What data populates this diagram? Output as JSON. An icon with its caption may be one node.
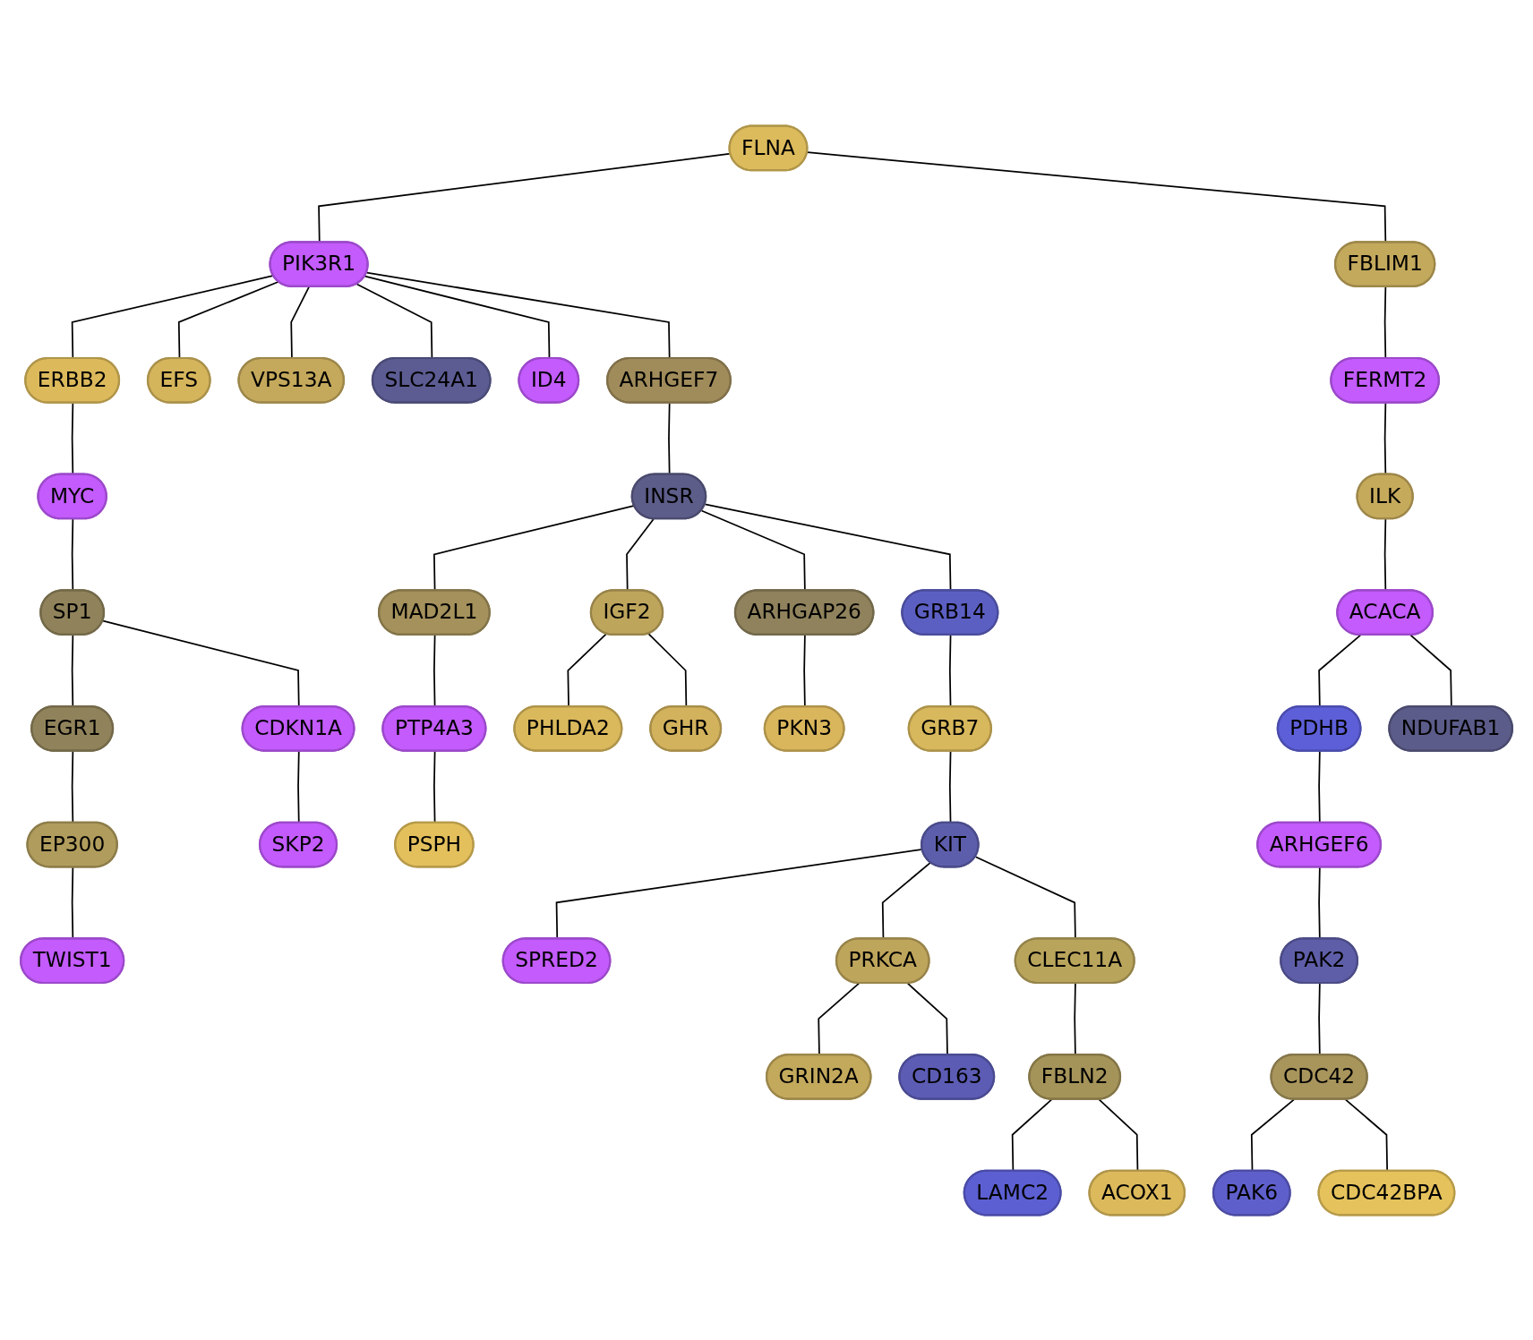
{
  "diagram": {
    "nodes": [
      {
        "text": [
          "TWIST1"
        ]
      },
      {
        "text": [
          "EP300"
        ]
      },
      {
        "text": [
          "SKP2"
        ]
      },
      {
        "text": [
          "EGR1"
        ]
      },
      {
        "text": [
          "CDKN1A"
        ]
      },
      {
        "text": [
          "SP1"
        ]
      },
      {
        "text": [
          "MYC"
        ]
      },
      {
        "text": [
          "ERBB2"
        ]
      },
      {
        "text": [
          "PSPH"
        ]
      },
      {
        "text": [
          "PAK6"
        ]
      },
      {
        "text": [
          "EFS"
        ]
      },
      {
        "text": [
          "VPS13A"
        ]
      },
      {
        "text": [
          "PTP4A3"
        ]
      },
      {
        "text": [
          "PIK3R1"
        ]
      },
      {
        "text": [
          "FLNA"
        ]
      },
      {
        "text": [
          "CDC42"
        ]
      },
      {
        "text": [
          "MAD2L1"
        ]
      },
      {
        "text": [
          "PAK2"
        ]
      },
      {
        "text": [
          "FBLIM1"
        ]
      },
      {
        "text": [
          "ARHGEF6"
        ]
      },
      {
        "text": [
          "PHLDA2"
        ]
      },
      {
        "text": [
          "SLC24A1"
        ]
      },
      {
        "text": [
          "PDHB"
        ]
      },
      {
        "text": [
          "FERMT2"
        ]
      },
      {
        "text": [
          "ARHGEF7"
        ]
      },
      {
        "text": [
          "ILK"
        ]
      },
      {
        "text": [
          "CDC42BPA"
        ]
      },
      {
        "text": [
          "ID4"
        ]
      },
      {
        "text": [
          "IGF2"
        ]
      },
      {
        "text": [
          "ACACA"
        ]
      },
      {
        "text": [
          "INSR"
        ]
      },
      {
        "text": [
          "GHR"
        ]
      },
      {
        "text": [
          "ARHGAP26"
        ]
      },
      {
        "text": [
          "NDUFAB1"
        ]
      },
      {
        "text": [
          "PKN3"
        ]
      },
      {
        "text": [
          "GRB14"
        ]
      },
      {
        "text": [
          "GRB7"
        ]
      },
      {
        "text": [
          "KIT"
        ]
      },
      {
        "text": [
          "GRIN2A"
        ]
      },
      {
        "text": [
          "PRKCA"
        ]
      },
      {
        "text": [
          "SPRED2"
        ]
      },
      {
        "text": [
          "CD163"
        ]
      },
      {
        "text": [
          "CLEC11A"
        ]
      },
      {
        "text": [
          "FBLN2"
        ]
      },
      {
        "text": [
          "LAMC2"
        ]
      },
      {
        "text": [
          "ACOX1"
        ]
      }
    ],
    "edges": [
      {
        "from": 14,
        "to": 13,
        "arrow": "none"
      },
      {
        "from": 14,
        "to": 18,
        "arrow": "none"
      },
      {
        "from": 13,
        "to": 7,
        "arrow": "none"
      },
      {
        "from": 13,
        "to": 10,
        "arrow": "none"
      },
      {
        "from": 13,
        "to": 11,
        "arrow": "none"
      },
      {
        "from": 13,
        "to": 21,
        "arrow": "none"
      },
      {
        "from": 13,
        "to": 27,
        "arrow": "none"
      },
      {
        "from": 13,
        "to": 24,
        "arrow": "none"
      },
      {
        "from": 7,
        "to": 6,
        "arrow": "none"
      },
      {
        "from": 6,
        "to": 5,
        "arrow": "none"
      },
      {
        "from": 5,
        "to": 3,
        "arrow": "none"
      },
      {
        "from": 3,
        "to": 1,
        "arrow": "none"
      },
      {
        "from": 1,
        "to": 0,
        "arrow": "none"
      },
      {
        "from": 5,
        "to": 4,
        "arrow": "none"
      },
      {
        "from": 4,
        "to": 2,
        "arrow": "none"
      },
      {
        "from": 24,
        "to": 30,
        "arrow": "none"
      },
      {
        "from": 30,
        "to": 16,
        "arrow": "none"
      },
      {
        "from": 16,
        "to": 12,
        "arrow": "none"
      },
      {
        "from": 12,
        "to": 8,
        "arrow": "none"
      },
      {
        "from": 30,
        "to": 28,
        "arrow": "none"
      },
      {
        "from": 28,
        "to": 20,
        "arrow": "none"
      },
      {
        "from": 28,
        "to": 31,
        "arrow": "none"
      },
      {
        "from": 30,
        "to": 32,
        "arrow": "none"
      },
      {
        "from": 32,
        "to": 34,
        "arrow": "none"
      },
      {
        "from": 30,
        "to": 35,
        "arrow": "none"
      },
      {
        "from": 35,
        "to": 36,
        "arrow": "none"
      },
      {
        "from": 36,
        "to": 37,
        "arrow": "none"
      },
      {
        "from": 37,
        "to": 40,
        "arrow": "none"
      },
      {
        "from": 37,
        "to": 39,
        "arrow": "none"
      },
      {
        "from": 39,
        "to": 38,
        "arrow": "none"
      },
      {
        "from": 39,
        "to": 41,
        "arrow": "none"
      },
      {
        "from": 37,
        "to": 42,
        "arrow": "none"
      },
      {
        "from": 42,
        "to": 43,
        "arrow": "none"
      },
      {
        "from": 43,
        "to": 44,
        "arrow": "none"
      },
      {
        "from": 43,
        "to": 45,
        "arrow": "none"
      },
      {
        "from": 18,
        "to": 23,
        "arrow": "none"
      },
      {
        "from": 23,
        "to": 25,
        "arrow": "none"
      },
      {
        "from": 25,
        "to": 29,
        "arrow": "none"
      },
      {
        "from": 29,
        "to": 22,
        "arrow": "none"
      },
      {
        "from": 29,
        "to": 33,
        "arrow": "none"
      },
      {
        "from": 22,
        "to": 19,
        "arrow": "none"
      },
      {
        "from": 19,
        "to": 17,
        "arrow": "none"
      },
      {
        "from": 17,
        "to": 15,
        "arrow": "none"
      },
      {
        "from": 15,
        "to": 9,
        "arrow": "none"
      },
      {
        "from": 15,
        "to": 26,
        "arrow": "none"
      }
    ]
  }
}
